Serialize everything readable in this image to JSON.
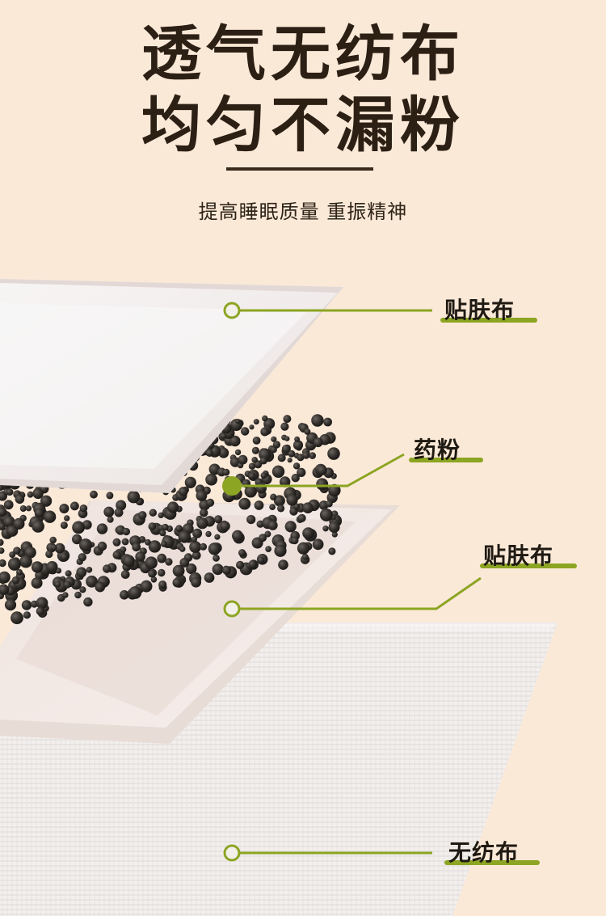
{
  "header": {
    "title_line_1": "透气无纺布",
    "title_line_2": "均匀不漏粉",
    "subtitle": "提高睡眠质量 重振精神"
  },
  "layers": [
    {
      "label": "贴肤布"
    },
    {
      "label": "药粉"
    },
    {
      "label": "贴肤布"
    },
    {
      "label": "无纺布"
    }
  ],
  "colors": {
    "background": "#fbe9d8",
    "accent_green": "#8ca522",
    "title_text": "#2c2015"
  }
}
